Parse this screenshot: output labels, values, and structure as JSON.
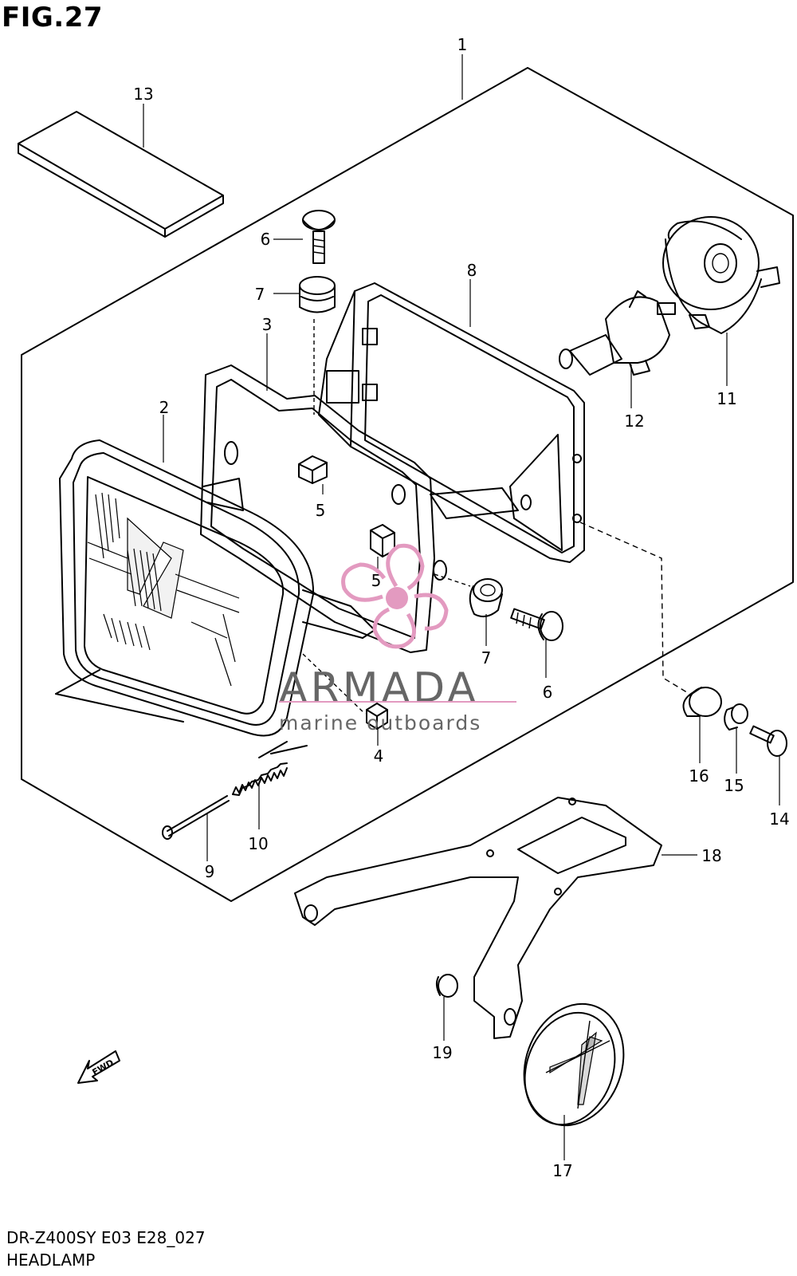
{
  "figure": {
    "title": "FIG.27",
    "caption_model": "DR-Z400SY E03 E28_027",
    "caption_name": "HEADLAMP"
  },
  "callouts": [
    "1",
    "2",
    "3",
    "4",
    "5",
    "5",
    "6",
    "6",
    "7",
    "7",
    "8",
    "9",
    "10",
    "11",
    "12",
    "13",
    "14",
    "15",
    "16",
    "17",
    "18",
    "19"
  ],
  "fwd_label": "FWD",
  "watermark": {
    "brand": "ARMADA",
    "tagline": "marine outboards",
    "colors": {
      "logo": "#e39ac0",
      "text": "#666666"
    }
  }
}
